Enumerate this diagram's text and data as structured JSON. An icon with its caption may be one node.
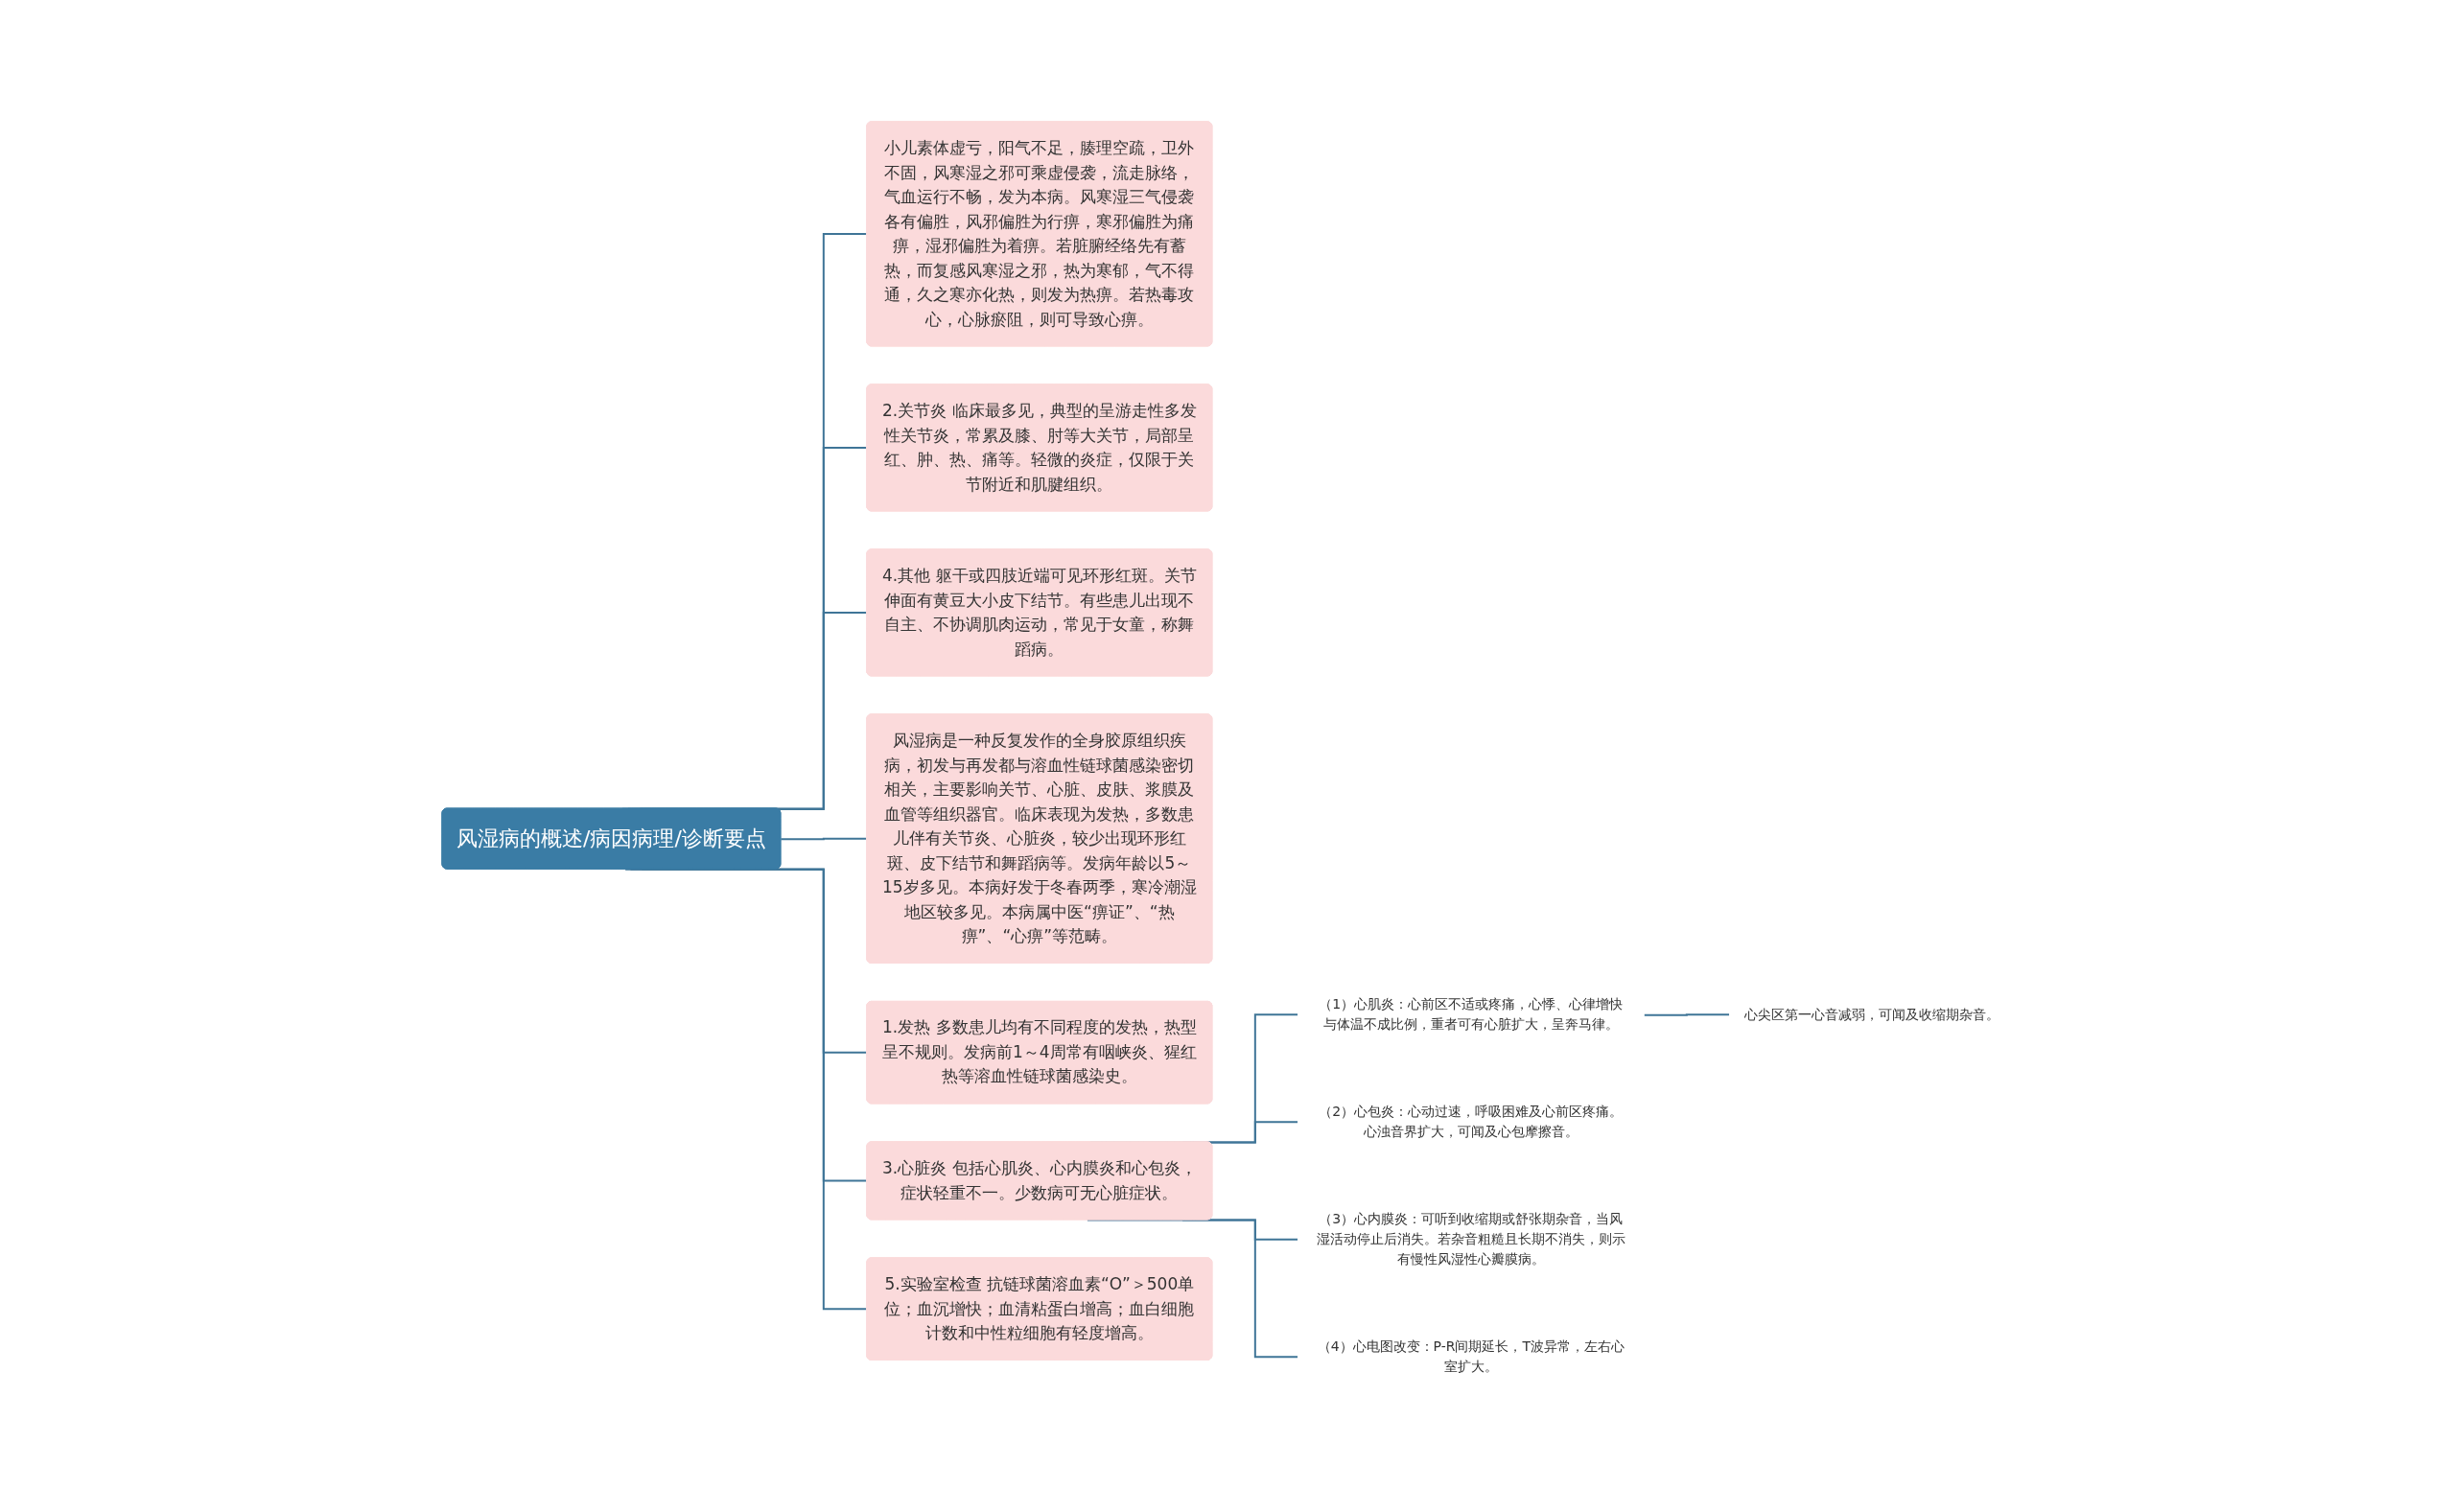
{
  "diagram": {
    "nodes": [
      {
        "text": [
          "风湿病的概述/病因病理/诊断要点"
        ]
      },
      {
        "text": [
          "小儿素体虚亏，阳气不足，腠理空疏，卫外不固，风寒湿之邪可乘虚侵袭，流走脉络，气血运行不畅，发为本病。风寒湿三气侵袭各有偏胜，风邪偏胜为行痹，寒邪偏胜为痛痹，湿邪偏胜为着痹。若脏腑经络先有蓄热，而复感风寒湿之邪，热为寒郁，气不得通，久之寒亦化热，则发为热痹。若热毒攻心，心脉瘀阻，则可导致心痹。"
        ]
      },
      {
        "text": [
          "2.关节炎 临床最多见，典型的呈游走性多发性关节炎，常累及膝、肘等大关节，局部呈红、肿、热、痛等。轻微的炎症，仅限于关节附近和肌腱组织。"
        ]
      },
      {
        "text": [
          "4.其他 躯干或四肢近端可见环形红斑。关节伸面有黄豆大小皮下结节。有些患儿出现不自主、不协调肌肉运动，常见于女童，称舞蹈病。"
        ]
      },
      {
        "text": [
          "风湿病是一种反复发作的全身胶原组织疾病，初发与再发都与溶血性链球菌感染密切相关，主要影响关节、心脏、皮肤、浆膜及血管等组织器官。临床表现为发热，多数患儿伴有关节炎、心脏炎，较少出现环形红斑、皮下结节和舞蹈病等。发病年龄以5～15岁多见。本病好发于冬春两季，寒冷潮湿地区较多见。本病属中医“痹证”、“热痹”、“心痹”等范畴。"
        ]
      },
      {
        "text": [
          "1.发热 多数患儿均有不同程度的发热，热型呈不规则。发病前1～4周常有咽峡炎、猩红热等溶血性链球菌感染史。"
        ]
      },
      {
        "text": [
          "3.心脏炎 包括心肌炎、心内膜炎和心包炎，症状轻重不一。少数病可无心脏症状。"
        ]
      },
      {
        "text": [
          "（1）心肌炎：心前区不适或疼痛，心悸、心律增快与体温不成比例，重者可有心脏扩大，呈奔马律。"
        ]
      },
      {
        "text": [
          "心尖区第一心音减弱，可闻及收缩期杂音。"
        ]
      },
      {
        "text": [
          "（2）心包炎：心动过速，呼吸困难及心前区疼痛。心浊音界扩大，可闻及心包摩擦音。"
        ]
      },
      {
        "text": [
          "（3）心内膜炎：可听到收缩期或舒张期杂音，当风湿活动停止后消失。若杂音粗糙且长期不消失，则示有慢性风湿性心瓣膜病。"
        ]
      },
      {
        "text": [
          "（4）心电图改变：P-R间期延长，T波异常，左右心室扩大。"
        ]
      },
      {
        "text": [
          "5.实验室检查 抗链球菌溶血素“O”＞500单位；血沉增快；血清粘蛋白增高；血白细胞计数和中性粒细胞有轻度增高。"
        ]
      }
    ],
    "edges": [
      {
        "from": 0,
        "to": 1,
        "arrow": "none"
      },
      {
        "from": 0,
        "to": 2,
        "arrow": "none"
      },
      {
        "from": 0,
        "to": 3,
        "arrow": "none"
      },
      {
        "from": 0,
        "to": 4,
        "arrow": "none"
      },
      {
        "from": 0,
        "to": 5,
        "arrow": "none"
      },
      {
        "from": 0,
        "to": 6,
        "arrow": "none"
      },
      {
        "from": 6,
        "to": 7,
        "arrow": "none"
      },
      {
        "from": 7,
        "to": 8,
        "arrow": "none"
      },
      {
        "from": 6,
        "to": 9,
        "arrow": "none"
      },
      {
        "from": 6,
        "to": 10,
        "arrow": "none"
      },
      {
        "from": 6,
        "to": 11,
        "arrow": "none"
      },
      {
        "from": 0,
        "to": 12,
        "arrow": "none"
      }
    ]
  }
}
